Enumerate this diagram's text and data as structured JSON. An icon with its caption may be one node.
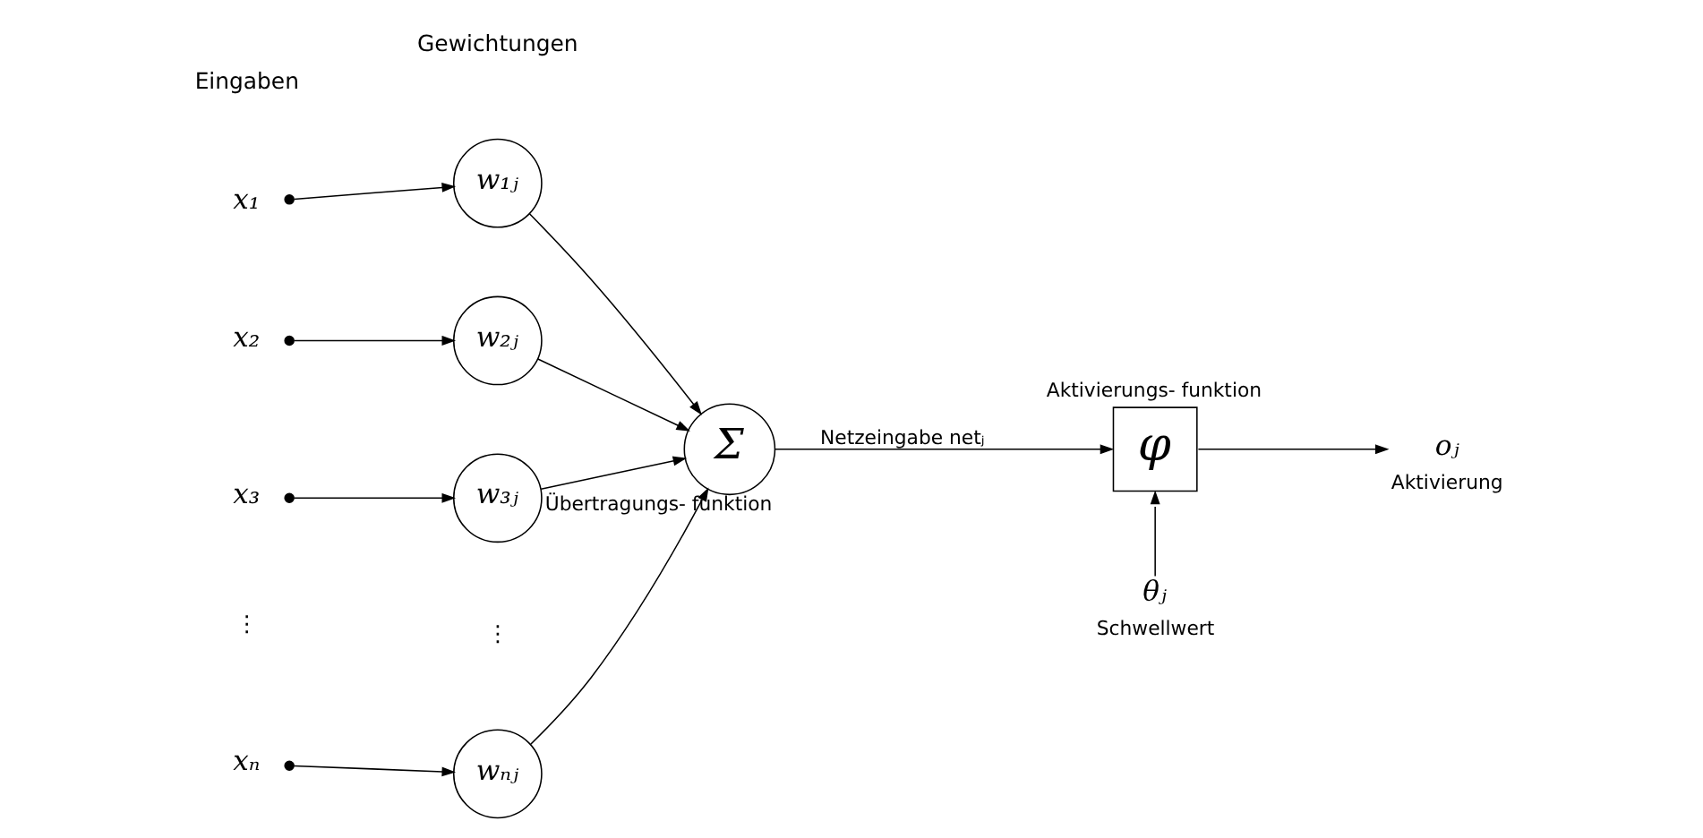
{
  "diagram": {
    "nodes": [
      {
        "text": [
          "x₁"
        ]
      },
      {
        "text": [
          "x₂"
        ]
      },
      {
        "text": [
          "x₃"
        ]
      },
      {
        "text": [
          "xₙ"
        ]
      },
      {
        "text": [
          "w₁ⱼ"
        ]
      },
      {
        "text": [
          "w₂ⱼ"
        ]
      },
      {
        "text": [
          "w₃ⱼ"
        ]
      },
      {
        "text": [
          "wₙⱼ"
        ]
      },
      {
        "text": [
          "Σ"
        ],
        "beside": [
          "Übertragungs- funktion"
        ]
      },
      {
        "text": [
          "φ"
        ],
        "beside": [
          "Aktivierungs- funktion"
        ]
      },
      {
        "text": [
          "θⱼ"
        ],
        "beside": [
          "Schwellwert"
        ]
      },
      {
        "text": [
          "oⱼ"
        ],
        "beside": [
          "Aktivierung"
        ]
      }
    ],
    "edges": [
      {
        "from": 0,
        "to": 4,
        "arrow": "to"
      },
      {
        "from": 1,
        "to": 5,
        "arrow": "to"
      },
      {
        "from": 2,
        "to": 6,
        "arrow": "to"
      },
      {
        "from": 3,
        "to": 7,
        "arrow": "to"
      },
      {
        "from": 4,
        "to": 8,
        "arrow": "to"
      },
      {
        "from": 5,
        "to": 8,
        "arrow": "to"
      },
      {
        "from": 6,
        "to": 8,
        "arrow": "to"
      },
      {
        "from": 7,
        "to": 8,
        "arrow": "to"
      },
      {
        "from": 8,
        "to": 9,
        "arrow": "to",
        "label": "Netzeingabe netⱼ"
      },
      {
        "from": 10,
        "to": 9,
        "arrow": "to"
      },
      {
        "from": 9,
        "to": 11,
        "arrow": "to"
      }
    ],
    "labels": [
      "Gewichtungen",
      "Eingaben",
      "⋮",
      "⋮"
    ]
  }
}
